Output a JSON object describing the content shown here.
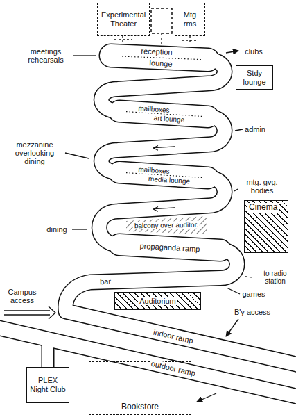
{
  "diagram": {
    "nodes": [
      {
        "text": [
          "Experimental Theater"
        ]
      },
      {
        "text": [
          "Mtg rms"
        ]
      },
      {
        "text": [
          "Stdy lounge"
        ]
      },
      {
        "text": [
          "Cinema"
        ]
      },
      {
        "text": [
          "Auditorium"
        ]
      },
      {
        "text": [
          "PLEX Night Club"
        ]
      },
      {
        "text": [
          "Bookstore"
        ]
      }
    ],
    "labels": [
      "reception",
      "lounge",
      "clubs",
      "meetings rehearsals",
      "mailboxes",
      "art lounge",
      "admin",
      "mezzanine overlooking dining",
      "mailboxes",
      "media lounge",
      "mtg. gvg. bodies",
      "dining",
      "balcony over auditor.",
      "propaganda ramp",
      "to radio station",
      "bar",
      "games",
      "Campus access",
      "B'y access",
      "indoor ramp",
      "outdoor ramp"
    ]
  }
}
